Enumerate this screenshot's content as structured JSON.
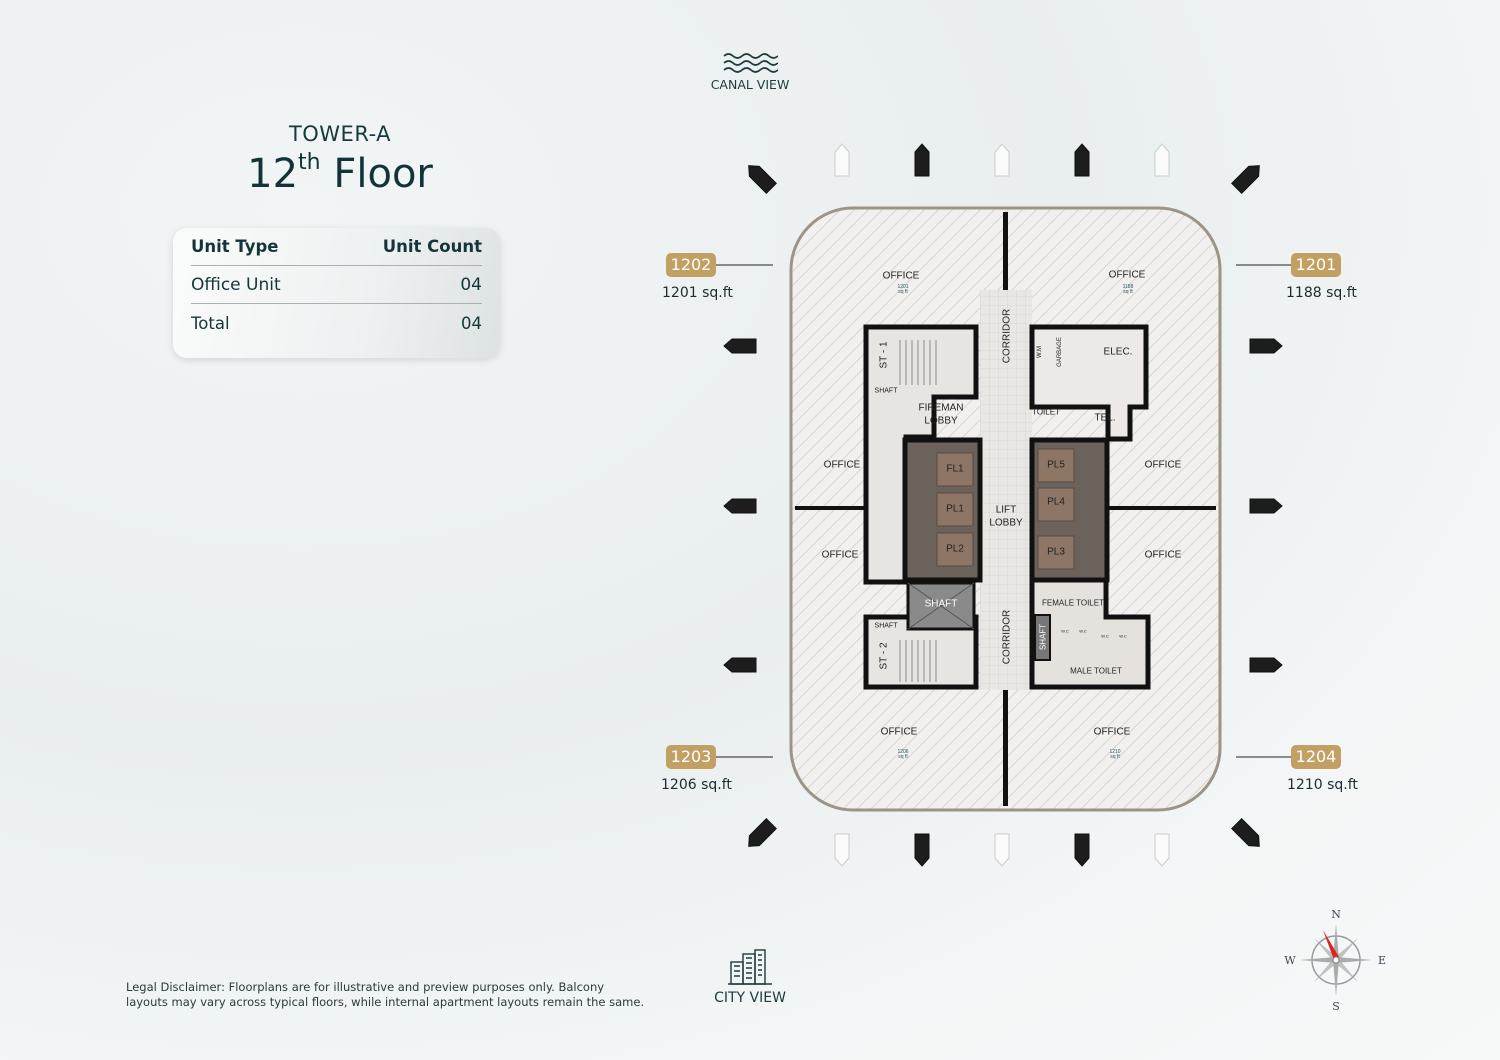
{
  "header": {
    "tower": "TOWER-A",
    "floor_number": "12",
    "floor_suffix": "th",
    "floor_word": "Floor"
  },
  "unit_table": {
    "headers": [
      "Unit Type",
      "Unit Count"
    ],
    "rows": [
      {
        "type": "Office Unit",
        "count": "04"
      }
    ],
    "total_label": "Total",
    "total_count": "04"
  },
  "views": {
    "top": "CANAL VIEW",
    "bottom": "CITY VIEW"
  },
  "units": [
    {
      "id": "1202",
      "area": "1201",
      "unit": "sq.ft"
    },
    {
      "id": "1201",
      "area": "1188",
      "unit": "sq.ft"
    },
    {
      "id": "1203",
      "area": "1206",
      "unit": "sq.ft"
    },
    {
      "id": "1204",
      "area": "1210",
      "unit": "sq.ft"
    }
  ],
  "plan": {
    "office": "OFFICE",
    "sqft": "sq ft",
    "a1": "1201",
    "a2": "1188",
    "a3": "1206",
    "a4": "1210",
    "corridor": "CORRIDOR",
    "st1": "ST - 1",
    "st2": "ST - 2",
    "shaft": "SHAFT",
    "fireman": "FIREMAN",
    "lobby": "LOBBY",
    "wm": "W.M",
    "garbage": "GARBAGE",
    "elec": "ELEC.",
    "toilet": "TOILET",
    "tel": "TEL.",
    "fl1": "FL1",
    "pl1": "PL1",
    "pl2": "PL2",
    "pl3": "PL3",
    "pl4": "PL4",
    "pl5": "PL5",
    "lift": "LIFT",
    "female": "FEMALE TOILET",
    "male": "MALE TOILET",
    "wc": "W.C"
  },
  "compass": {
    "n": "N",
    "s": "S",
    "e": "E",
    "w": "W"
  },
  "disclaimer": "Legal Disclaimer: Floorplans are for illustrative and preview purposes only. Balcony layouts may vary across typical floors, while internal apartment layouts remain the same.",
  "colors": {
    "accent": "#c2a063",
    "text": "#14353a"
  }
}
